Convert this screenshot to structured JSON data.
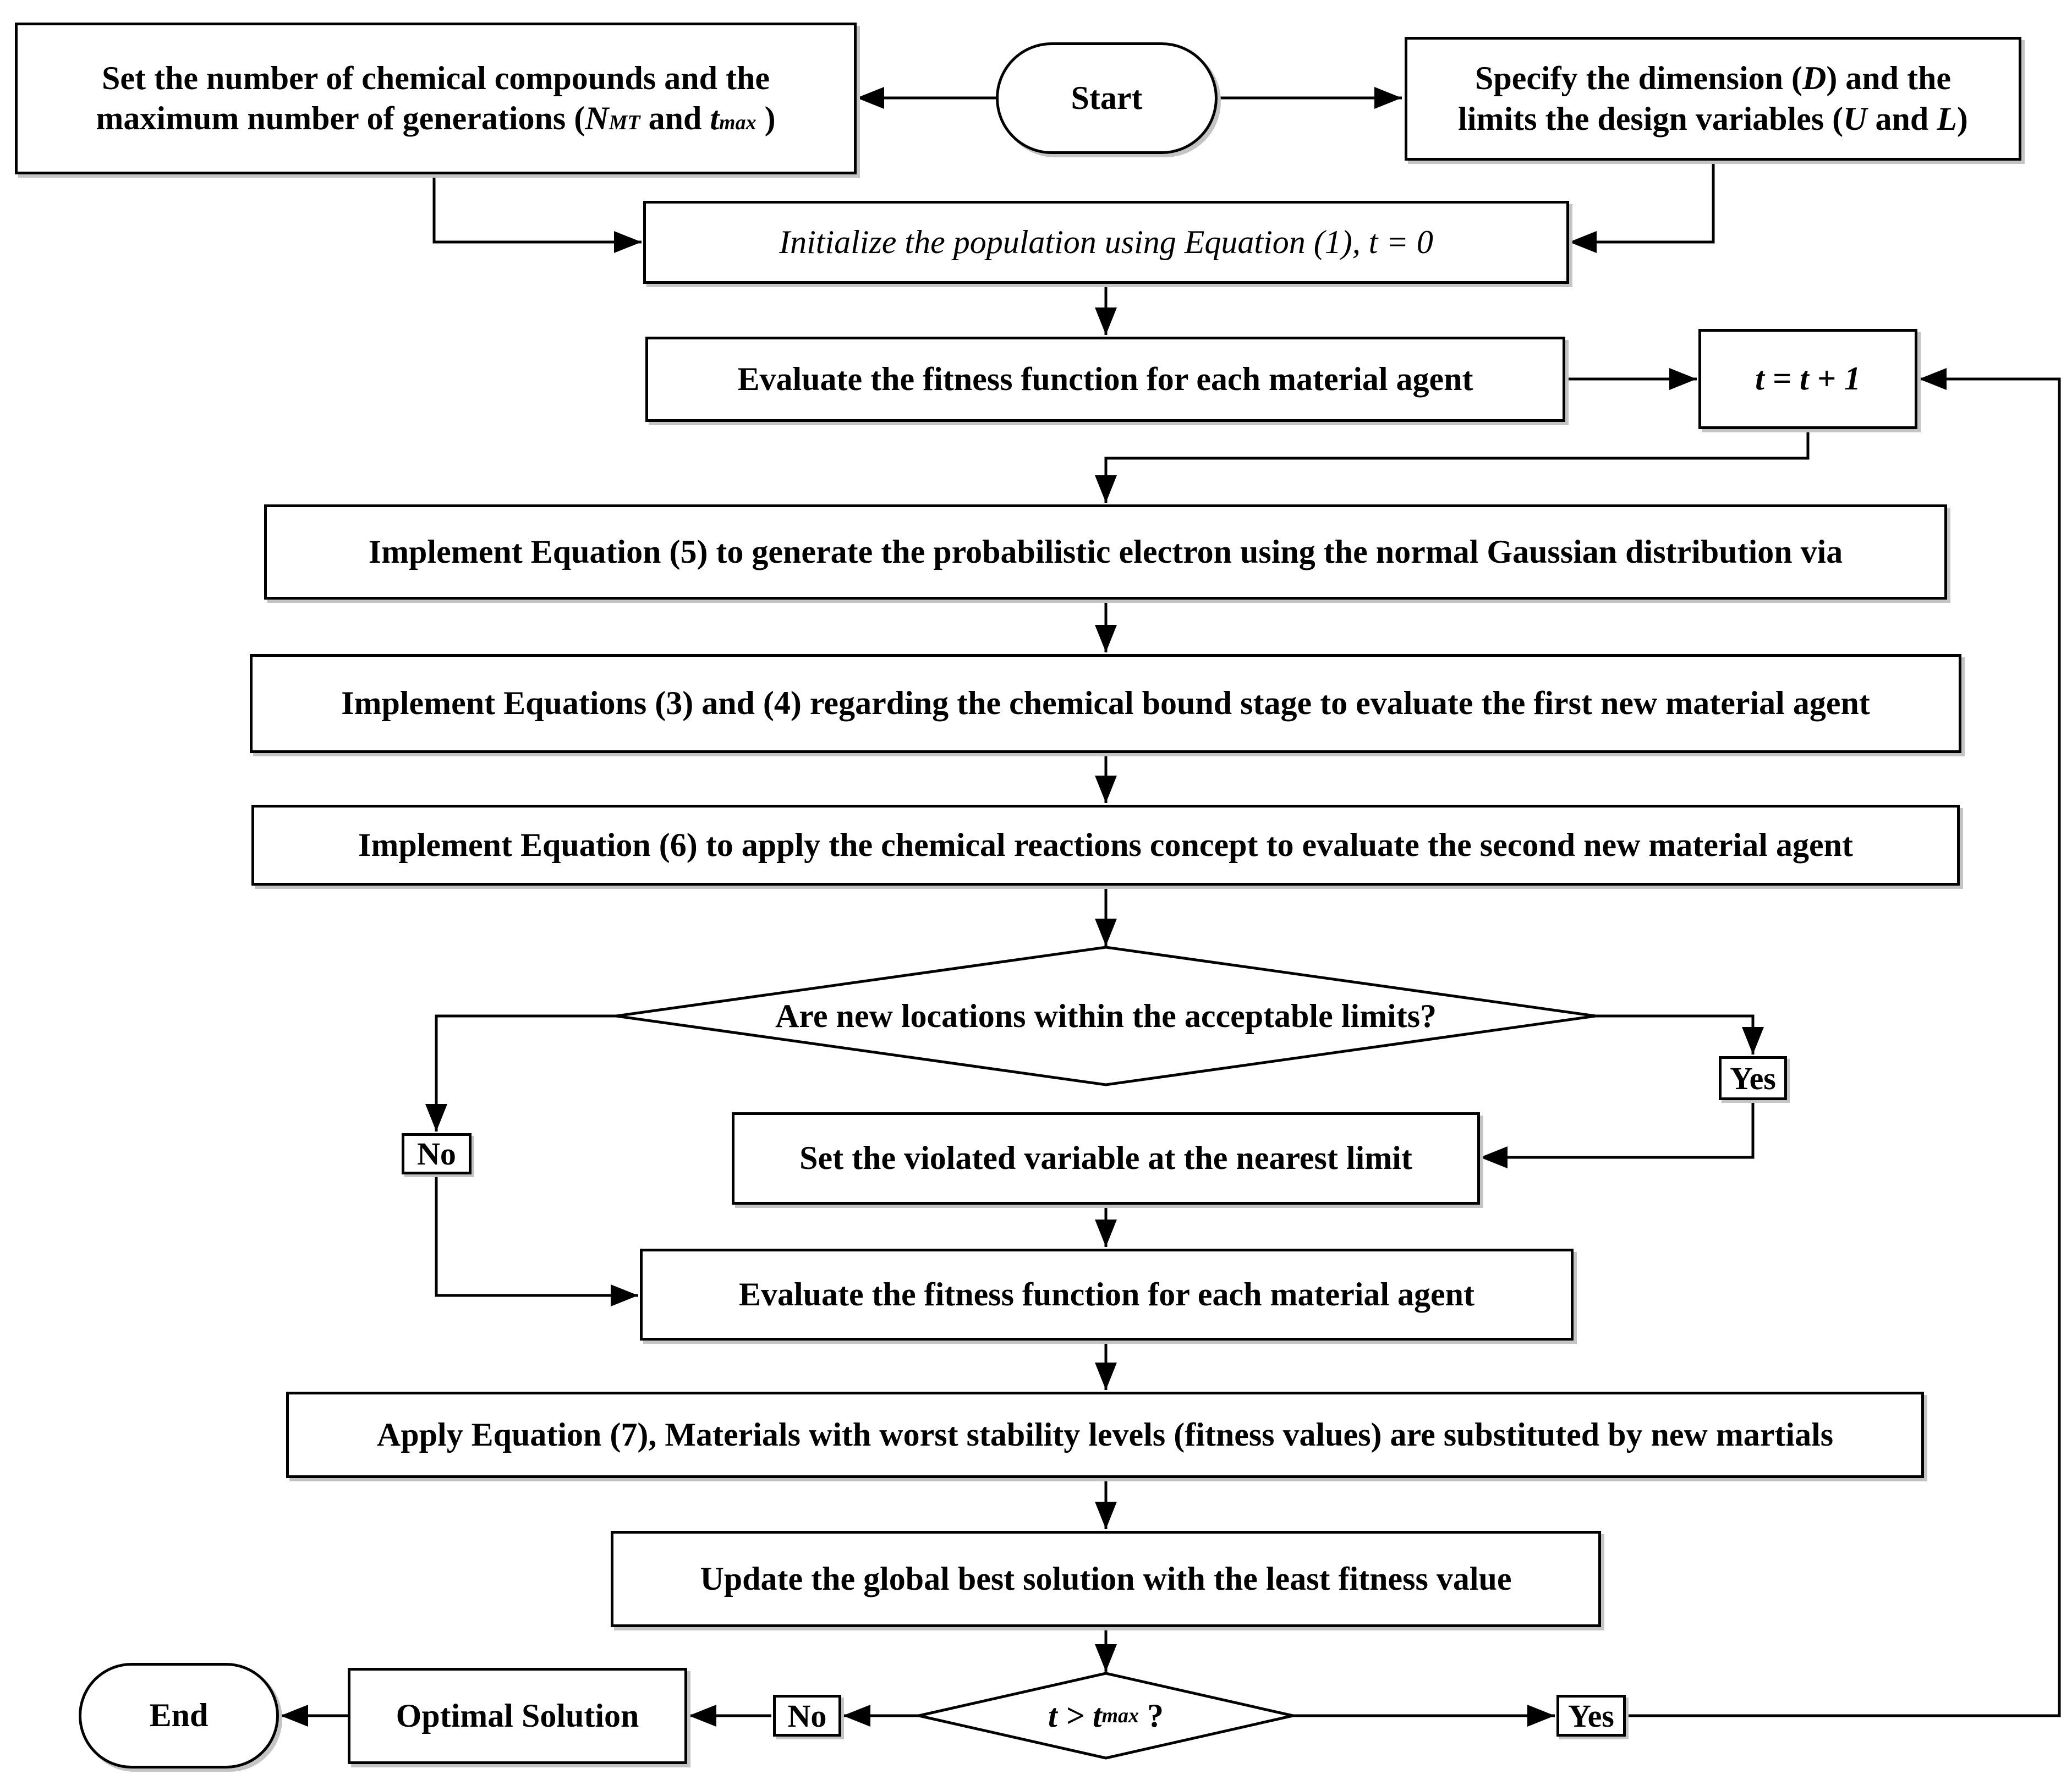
{
  "start": "Start",
  "end": "End",
  "box_left": {
    "line1": "Set the number of chemical compounds and the",
    "line2_pre": "maximum number of generations (",
    "n_sym": "N",
    "n_sub": "MT",
    "and": " and ",
    "t_sym": "t",
    "t_sub": "max",
    "close": " )"
  },
  "box_right": {
    "line1_pre": "Specify the dimension (",
    "d_sym": "D",
    "line1_post": ") and the",
    "line2_pre": "limits the design variables (",
    "u_sym": "U",
    "and": " and ",
    "l_sym": "L",
    "close": ")"
  },
  "initialize": "Initialize the population using Equation (1), t = 0",
  "evaluate_1": "Evaluate the fitness function for each material agent",
  "increment": "t = t + 1",
  "step_5": "Implement Equation (5) to generate the probabilistic electron using the normal Gaussian distribution via",
  "step_3_4": "Implement Equations (3) and (4) regarding the chemical bound stage to evaluate the first new material agent",
  "step_6": "Implement Equation (6) to apply the chemical reactions concept to evaluate the second new material agent",
  "decision_limits": "Are new locations within the acceptable limits?",
  "label_no_1": "No",
  "label_yes_1": "Yes",
  "set_violated": "Set the violated variable at the nearest limit",
  "evaluate_2": "Evaluate the fitness function for each material agent",
  "step_7": "Apply Equation (7), Materials with worst stability levels (fitness values) are substituted by new martials",
  "update_best": "Update the global best solution with the least fitness value",
  "decision_t": {
    "pre": "t > t",
    "sub": "max",
    "post": " ?"
  },
  "label_no_2": "No",
  "label_yes_2": "Yes",
  "optimal": "Optimal Solution"
}
